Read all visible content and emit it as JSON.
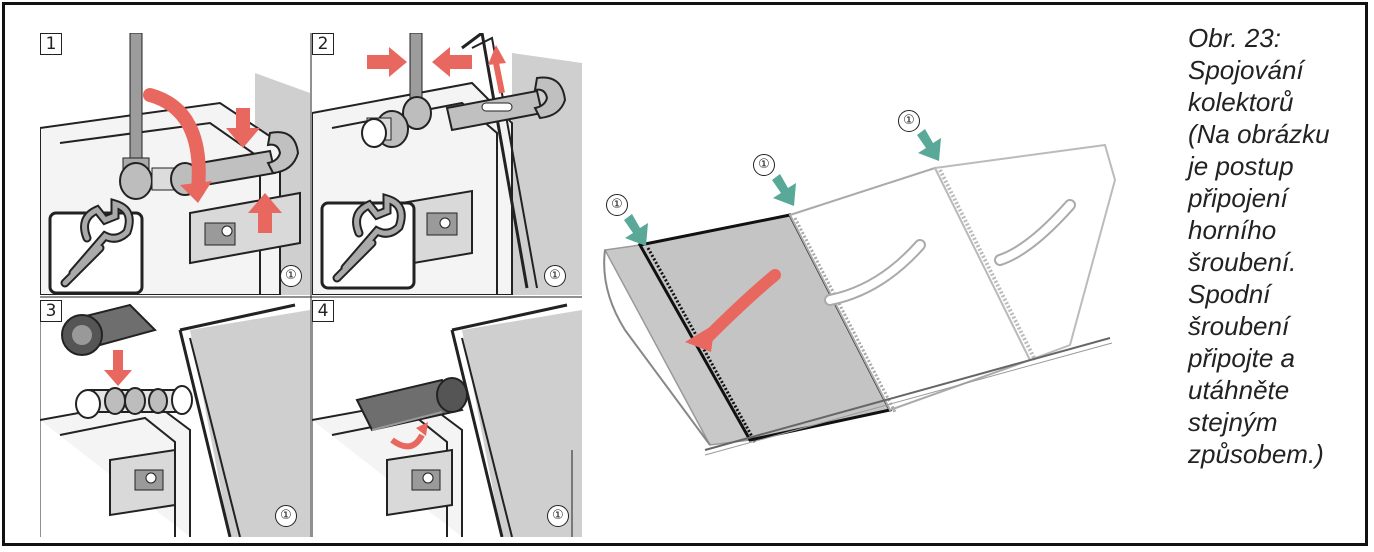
{
  "steps": [
    {
      "number": "1",
      "marker": "①"
    },
    {
      "number": "2",
      "marker": "①"
    },
    {
      "number": "3",
      "marker": "①"
    },
    {
      "number": "4",
      "marker": "①"
    }
  ],
  "collector_markers": [
    "①",
    "①",
    "①"
  ],
  "caption": {
    "lines": [
      "Obr. 23:",
      "Spojování",
      "kolektorů",
      "(Na obrázku",
      "je postup",
      "připojení",
      "horního",
      "šroubení.",
      "Spodní",
      "šroubení",
      "připojte a",
      "utáhněte",
      "stejným",
      "způsobem.)"
    ]
  },
  "colors": {
    "arrow_red": "#e8675e",
    "arrow_teal": "#5aa898",
    "panel_gray": "#c9c9c9",
    "line": "#222222"
  }
}
